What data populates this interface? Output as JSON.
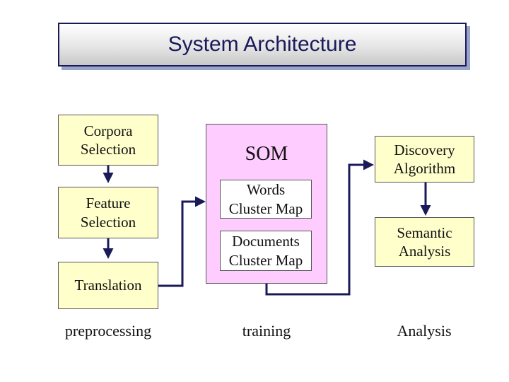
{
  "title": "System Architecture",
  "preprocessing": {
    "corpora": "Corpora\nSelection",
    "feature": "Feature\nSelection",
    "translation": "Translation",
    "label": "preprocessing"
  },
  "training": {
    "som": "SOM",
    "words_map": "Words\nCluster Map",
    "documents_map": "Documents\nCluster Map",
    "label": "training"
  },
  "analysis": {
    "discovery": "Discovery\nAlgorithm",
    "semantic": "Semantic\nAnalysis",
    "label": "Analysis"
  },
  "colors": {
    "title_text": "#1a1a5a",
    "yellow_box": "#ffffcc",
    "pink_box": "#ffccff",
    "connector": "#1a1a5a"
  }
}
